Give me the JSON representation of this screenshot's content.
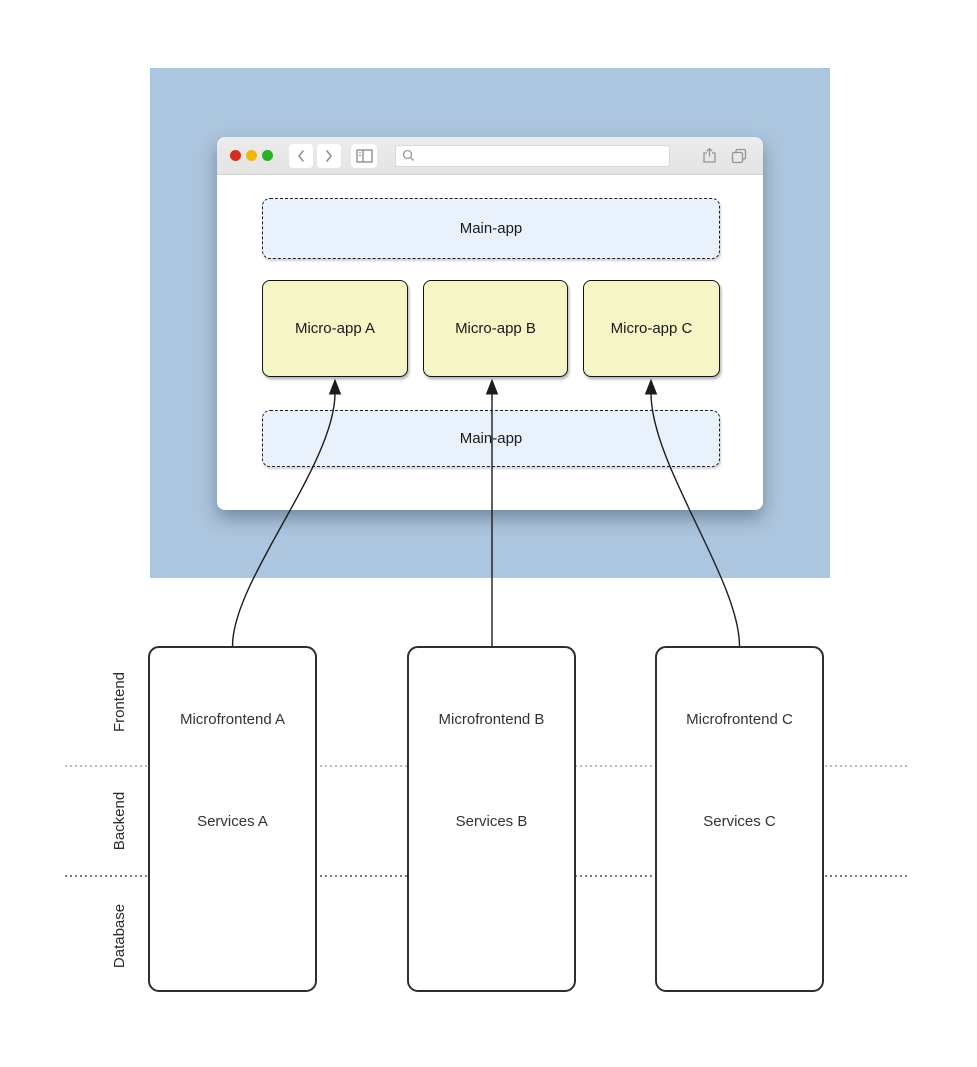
{
  "diagram": {
    "browser": {
      "traffic_lights": [
        "close",
        "minimize",
        "zoom"
      ],
      "search_value": "",
      "toolbar_icons": [
        "chevron-left-icon",
        "chevron-right-icon",
        "sidebar-icon",
        "search-icon",
        "share-icon",
        "tabs-icon"
      ]
    },
    "main_app_top": "Main-app",
    "main_app_bottom": "Main-app",
    "micro_apps": [
      "Micro-app A",
      "Micro-app B",
      "Micro-app C"
    ],
    "columns": [
      {
        "frontend": "Microfrontend A",
        "backend": "Services A"
      },
      {
        "frontend": "Microfrontend B",
        "backend": "Services B"
      },
      {
        "frontend": "Microfrontend C",
        "backend": "Services C"
      }
    ],
    "layers": [
      "Frontend",
      "Backend",
      "Database"
    ],
    "colors": {
      "background_panel": "#adc6df",
      "main_app_fill": "#e9f2fc",
      "micro_app_fill": "#f5f5c5",
      "toolbar_gray": "#e9e9e9",
      "traffic_red": "#d92c20",
      "traffic_yellow": "#f2b705",
      "traffic_green": "#29b029",
      "line_color": "#1c1c1c"
    }
  }
}
